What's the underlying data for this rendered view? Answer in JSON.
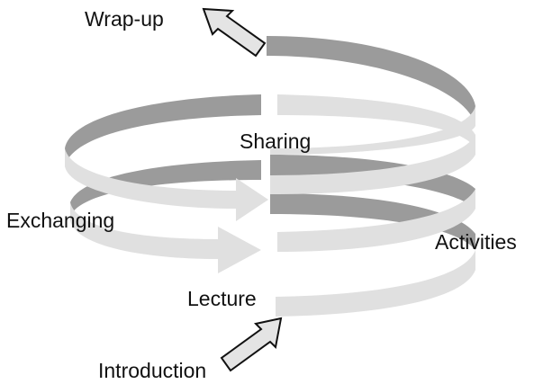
{
  "diagram": {
    "labels": {
      "wrap_up": "Wrap-up",
      "sharing": "Sharing",
      "exchanging": "Exchanging",
      "activities": "Activities",
      "lecture": "Lecture",
      "introduction": "Introduction"
    },
    "colors": {
      "front_band": "#e0e0e0",
      "back_band": "#9b9b9b",
      "arrow_fill": "#e4e4e4",
      "arrow_stroke": "#111111",
      "text": "#111111",
      "background": "#ffffff"
    }
  }
}
